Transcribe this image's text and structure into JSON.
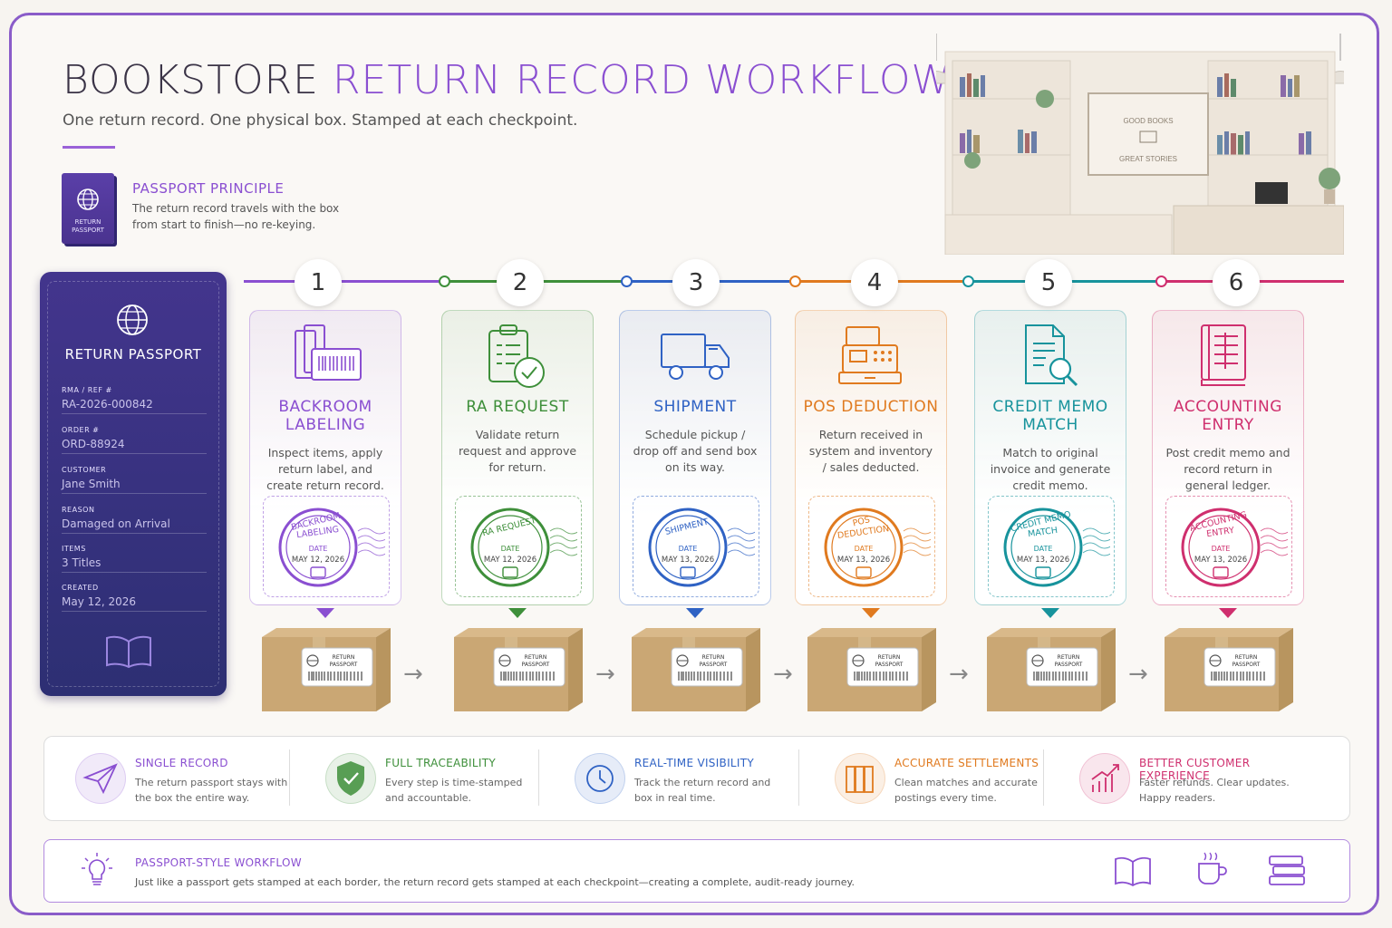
{
  "title": {
    "prefix": "BOOKSTORE",
    "accent": "RETURN RECORD WORKFLOW"
  },
  "subtitle": "One return record. One physical box. Stamped at each checkpoint.",
  "passport_principle": {
    "book_label": "RETURN PASSPORT",
    "heading": "PASSPORT PRINCIPLE",
    "text": "The return record travels with the box from start to finish—no re-keying."
  },
  "shelf_sign": {
    "line1": "GOOD BOOKS",
    "line2": "GREAT STORIES"
  },
  "passport": {
    "title": "RETURN PASSPORT",
    "fields": [
      {
        "key": "RMA / REF #",
        "value": "RA-2026-000842"
      },
      {
        "key": "ORDER #",
        "value": "ORD-88924"
      },
      {
        "key": "CUSTOMER",
        "value": "Jane Smith"
      },
      {
        "key": "REASON",
        "value": "Damaged on Arrival"
      },
      {
        "key": "ITEMS",
        "value": "3 Titles"
      },
      {
        "key": "CREATED",
        "value": "May 12, 2026"
      }
    ]
  },
  "steps": [
    {
      "num": "1",
      "name": "BACKROOM LABELING",
      "desc": "Inspect items, apply return label, and create return record.",
      "stamp_top": "BACKROOM",
      "stamp_top2": "LABELING",
      "date_label": "DATE",
      "date": "MAY 12, 2026",
      "color": "#8a4fd1",
      "icon": "books-barcode-icon"
    },
    {
      "num": "2",
      "name": "RA REQUEST",
      "desc": "Validate return request and approve for return.",
      "stamp_top": "RA REQUEST",
      "stamp_top2": "",
      "date_label": "DATE",
      "date": "MAY 12, 2026",
      "color": "#3e8f3a",
      "icon": "clipboard-check-icon"
    },
    {
      "num": "3",
      "name": "SHIPMENT",
      "desc": "Schedule pickup / drop off and send box on its way.",
      "stamp_top": "SHIPMENT",
      "stamp_top2": "",
      "date_label": "DATE",
      "date": "MAY 13, 2026",
      "color": "#2f62c4",
      "icon": "truck-icon"
    },
    {
      "num": "4",
      "name": "POS DEDUCTION",
      "desc": "Return received in system and inventory / sales deducted.",
      "stamp_top": "POS",
      "stamp_top2": "DEDUCTION",
      "date_label": "DATE",
      "date": "MAY 13, 2026",
      "color": "#e07a1f",
      "icon": "cash-register-icon"
    },
    {
      "num": "5",
      "name": "CREDIT MEMO MATCH",
      "desc": "Match to original invoice and generate credit memo.",
      "stamp_top": "CREDIT MEMO",
      "stamp_top2": "MATCH",
      "date_label": "DATE",
      "date": "MAY 13, 2026",
      "color": "#17939c",
      "icon": "document-search-icon"
    },
    {
      "num": "6",
      "name": "ACCOUNTING ENTRY",
      "desc": "Post credit memo and record return in general ledger.",
      "stamp_top": "ACCOUNTING",
      "stamp_top2": "ENTRY",
      "date_label": "DATE",
      "date": "MAY 13, 2026",
      "color": "#cf2f6e",
      "icon": "ledger-book-icon"
    }
  ],
  "box_label": {
    "line1": "RETURN",
    "line2": "PASSPORT"
  },
  "benefits": [
    {
      "title": "SINGLE RECORD",
      "desc": "The return passport stays with the box the entire way.",
      "color": "#8a4fd1",
      "icon": "paper-plane-icon"
    },
    {
      "title": "FULL TRACEABILITY",
      "desc": "Every step is time-stamped and accountable.",
      "color": "#3e8f3a",
      "icon": "shield-check-icon"
    },
    {
      "title": "REAL-TIME VISIBILITY",
      "desc": "Track the return record and box in real time.",
      "color": "#2f62c4",
      "icon": "clock-icon"
    },
    {
      "title": "ACCURATE SETTLEMENTS",
      "desc": "Clean matches and accurate postings every time.",
      "color": "#e07a1f",
      "icon": "binders-icon"
    },
    {
      "title": "BETTER CUSTOMER EXPERIENCE",
      "desc": "Faster refunds. Clear updates. Happy readers.",
      "color": "#cf2f6e",
      "icon": "chart-up-icon"
    }
  ],
  "footer": {
    "title": "PASSPORT-STYLE WORKFLOW",
    "text": "Just like a passport gets stamped at each border, the return record gets stamped at each checkpoint—creating a complete, audit-ready journey."
  }
}
